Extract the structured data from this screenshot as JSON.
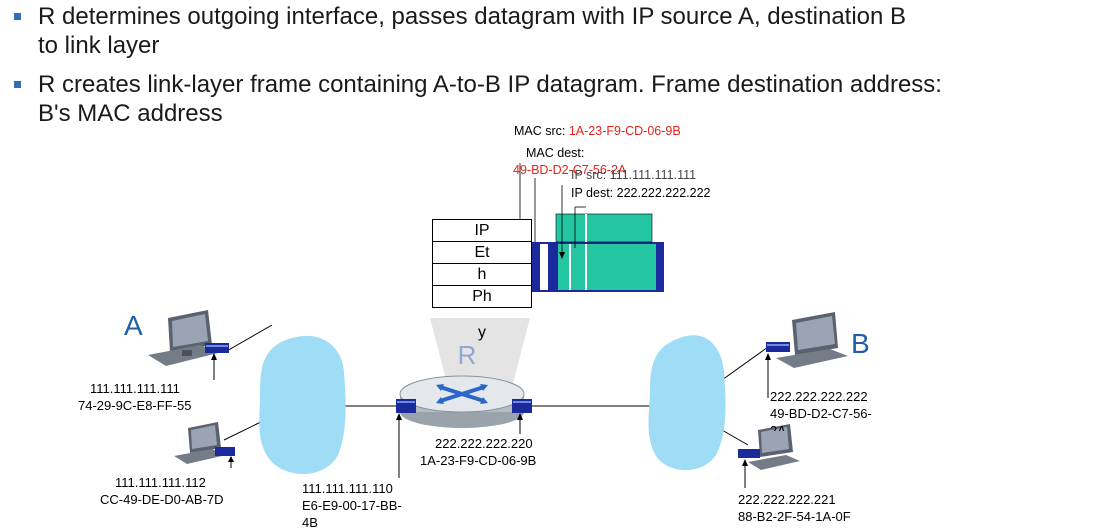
{
  "bullets": [
    {
      "line1": "R determines outgoing interface, passes datagram with IP source A, destination B",
      "line2": "to link layer"
    },
    {
      "line1": "R creates link-layer frame containing A-to-B IP datagram. Frame destination address:",
      "line2": "B's MAC address"
    }
  ],
  "frame_header": {
    "mac_src_label": "MAC src: ",
    "mac_src_value": "1A-23-F9-CD-06-9B",
    "mac_dest_label": "MAC dest:",
    "mac_dest_value": "49-BD-D2-C7-56-2A",
    "ip_src": "IP src: 111.111.111.111",
    "ip_dest": "IP dest: 222.222.222.222"
  },
  "router_stack": [
    "IP",
    "Et",
    "h",
    "Ph",
    "y"
  ],
  "router_label": "R",
  "hosts": {
    "A": {
      "label": "A",
      "ip": "111.111.111.111",
      "mac": "74-29-9C-E8-FF-55"
    },
    "A2": {
      "ip": "111.111.111.112",
      "mac": "CC-49-DE-D0-AB-7D"
    },
    "B": {
      "label": "B",
      "ip": "222.222.222.222",
      "mac_line1": "49-BD-D2-C7-56-",
      "mac_line2": "2A"
    },
    "B2": {
      "ip": "222.222.222.221",
      "mac": "88-B2-2F-54-1A-0F"
    }
  },
  "router_interfaces": {
    "left": {
      "ip": "111.111.111.110",
      "mac_line1": "E6-E9-00-17-BB-",
      "mac_line2": "4B"
    },
    "right": {
      "ip": "222.222.222.220",
      "mac": "1A-23-F9-CD-06-9B"
    }
  },
  "colors": {
    "cloud": "#9fdcf5",
    "frame": "#23c6a0",
    "interface": "#1a2a9c",
    "router_label": "#8fa6d6",
    "accent": "#e2231a"
  }
}
